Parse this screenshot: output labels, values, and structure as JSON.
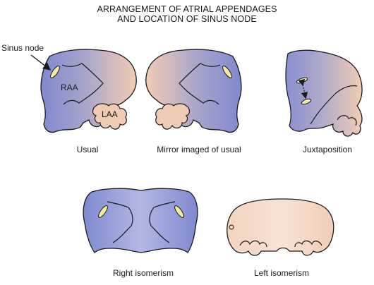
{
  "title": {
    "line1": "ARRANGEMENT OF ATRIAL APPENDAGES",
    "line2": "AND LOCATION OF SINUS NODE"
  },
  "labels": {
    "sinus_node": "Sinus node",
    "raa": "RAA",
    "laa": "LAA",
    "question": "?"
  },
  "captions": {
    "usual": "Usual",
    "mirror": "Mirror imaged of usual",
    "juxtaposition": "Juxtaposition",
    "right_isomerism": "Right isomerism",
    "left_isomerism": "Left isomerism"
  },
  "colors": {
    "right_atrium_blue": "#8c95d4",
    "left_atrium_peach": "#efcbb3",
    "sinus_node_yellow": "#f3ea9e",
    "outline": "#1a1a1a"
  }
}
